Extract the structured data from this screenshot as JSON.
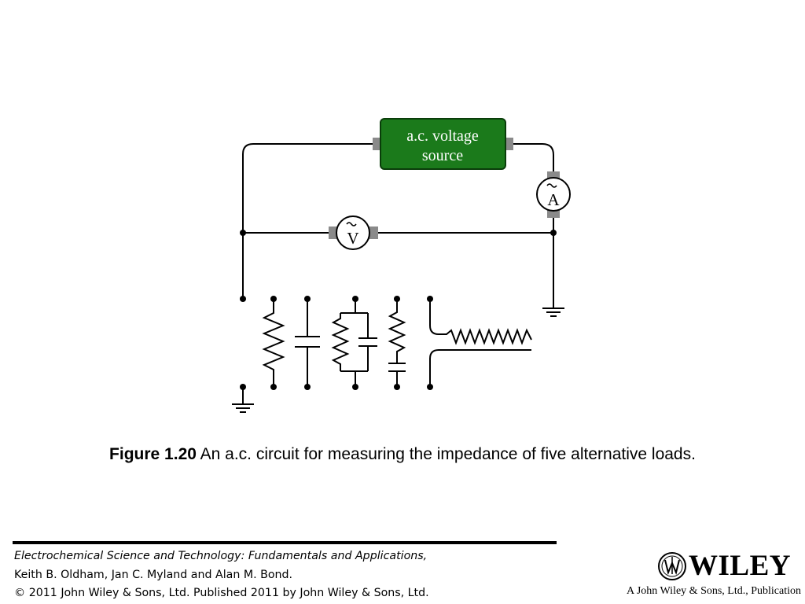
{
  "diagram": {
    "source_label_line1": "a.c. voltage",
    "source_label_line2": "source",
    "ammeter_symbol": "A",
    "voltmeter_symbol": "V",
    "source_color": "#1b7a1b",
    "connector_color": "#8a8a8a",
    "loads": [
      "resistor",
      "capacitor",
      "resistor-capacitor-parallel",
      "resistor-capacitor-series",
      "electrode-electrolyte-interface"
    ]
  },
  "caption": {
    "figure_label": "Figure 1.20",
    "text": "An a.c. circuit for measuring the impedance of five alternative loads."
  },
  "citation": {
    "book_title": "Electrochemical Science and Technology: Fundamentals and Applications,",
    "authors": "Keith B. Oldham, Jan C. Myland and Alan M. Bond.",
    "copyright": "© 2011 John Wiley & Sons, Ltd. Published 2011 by John Wiley & Sons, Ltd."
  },
  "publisher": {
    "logo_text": "WILEY",
    "tagline": "A John Wiley & Sons, Ltd., Publication"
  }
}
